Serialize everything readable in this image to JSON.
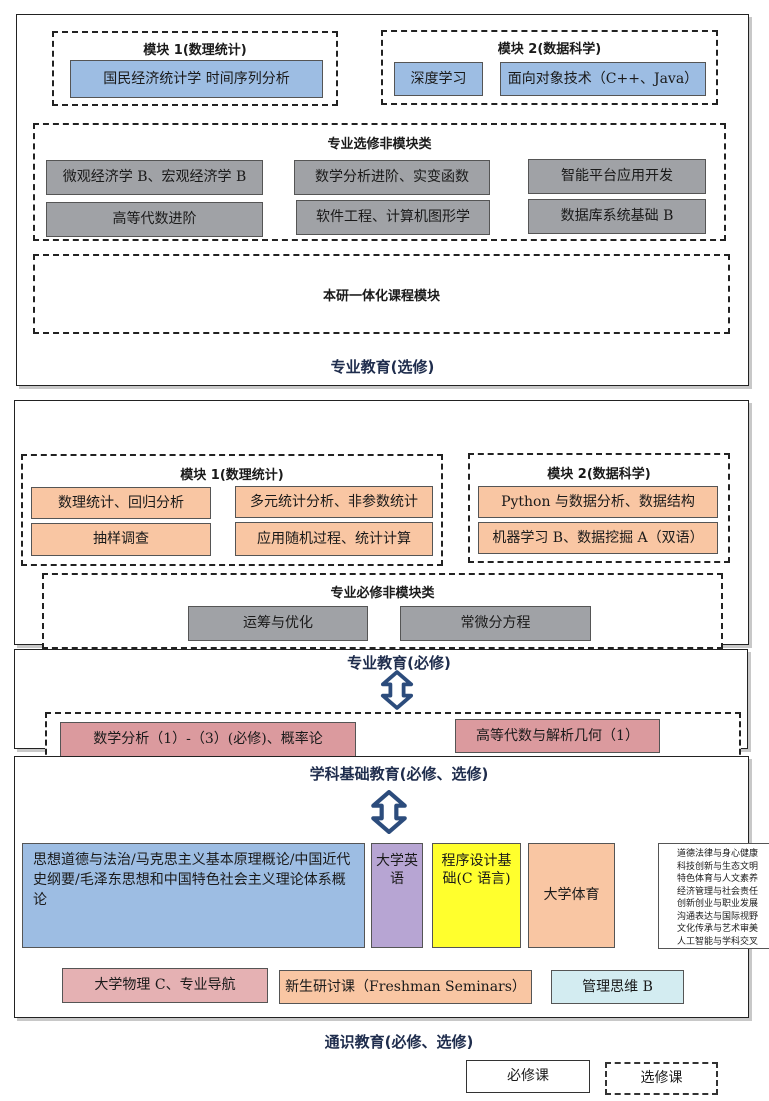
{
  "top_section": {
    "title": "专业教育(选修)",
    "module1": {
      "title": "模块 1(数理统计)",
      "course": "国民经济统计学 时间序列分析"
    },
    "module2": {
      "title": "模块 2(数据科学)",
      "courses": [
        "深度学习",
        "面向对象技术（C++、Java）"
      ]
    },
    "nonmodule": {
      "title": "专业选修非模块类",
      "courses": [
        "微观经济学 B、宏观经济学 B",
        "数学分析进阶、实变函数",
        "智能平台应用开发",
        "高等代数进阶",
        "软件工程、计算机图形学",
        "数据库系统基础 B"
      ]
    },
    "integrated": "本研一体化课程模块"
  },
  "middle_section": {
    "title": "专业教育(必修)",
    "module1": {
      "title": "模块 1(数理统计)",
      "courses": [
        "数理统计、回归分析",
        "多元统计分析、非参数统计",
        "抽样调查",
        "应用随机过程、统计计算"
      ]
    },
    "module2": {
      "title": "模块 2(数据科学)",
      "courses": [
        "Python 与数据分析、数据结构",
        "机器学习 B、数据挖掘 A（双语）"
      ]
    },
    "nonmodule": {
      "title": "专业必修非模块类",
      "courses": [
        "运筹与优化",
        "常微分方程"
      ]
    }
  },
  "foundation_section": {
    "title": "学科基础教育(必修、选修)",
    "courses": [
      "数学分析（1）-（3）(必修)、概率论",
      "高等代数与解析几何（1）"
    ]
  },
  "general_section": {
    "title": "通识教育(必修、选修)",
    "politics": "思想道德与法治/马克思主义基本原理概论/中国近代史纲要/毛泽东思想和中国特色社会主义理论体系概论",
    "english": "大学英语",
    "programming": "程序设计基础(C 语言)",
    "pe": "大学体育",
    "electives": [
      "道德法律与身心健康",
      "科技创新与生态文明",
      "特色体育与人文素养",
      "经济管理与社会责任",
      "创新创业与职业发展",
      "沟通表达与国际视野",
      "文化传承与艺术审美",
      "人工智能与学科交叉"
    ],
    "row2": [
      "大学物理 C、专业导航",
      "新生研讨课（Freshman Seminars）",
      "管理思维 B"
    ]
  },
  "legend": {
    "required": "必修课",
    "elective": "选修课"
  },
  "colors": {
    "data_science_blue": "#9dbde3",
    "nonmodule_grey": "#a0a2a6",
    "required_orange": "#f9c6a3",
    "foundation_red": "#db9a9e",
    "english_purple": "#b7a5d3",
    "programming_yellow": "#ffff2d",
    "title_navy": "#1f2d4d",
    "arrow_blue": "#2c4c7c"
  }
}
